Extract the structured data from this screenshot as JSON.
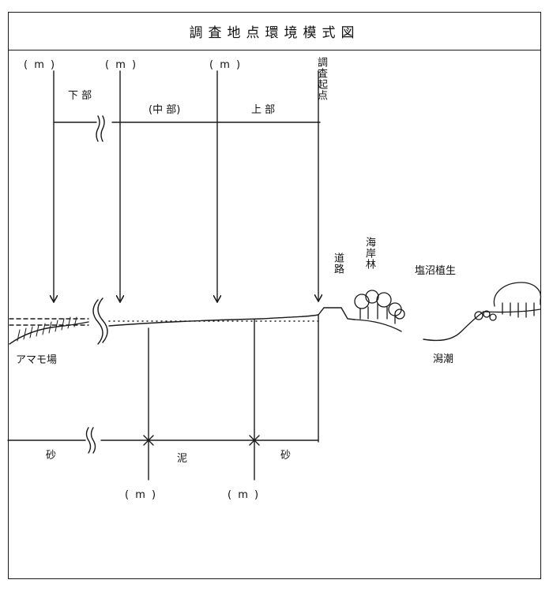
{
  "title": "調査地点環境模式図",
  "measure_top": [
    "( m )",
    "( m )",
    "( m )"
  ],
  "zones": {
    "lower": "下 部",
    "middle": "(中 部)",
    "upper": "上 部"
  },
  "survey_start": "調査起点",
  "road": "道路",
  "coastal_forest": "海岸林",
  "salt_marsh": "塩沼植生",
  "eelgrass": "アマモ場",
  "lagoon": "潟潮",
  "substrate": [
    "砂",
    "泥",
    "砂"
  ],
  "measure_bottom": [
    "( m )",
    "( m )"
  ]
}
